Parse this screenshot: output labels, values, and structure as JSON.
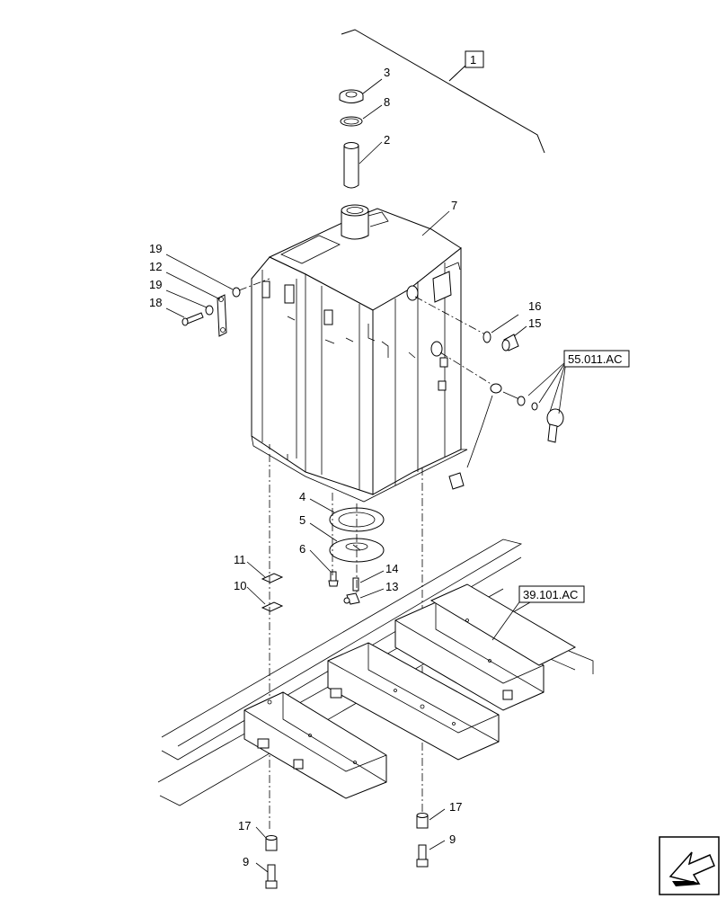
{
  "diagram": {
    "assembly_ref": "1",
    "refs": {
      "ref_55": "55.011.AC",
      "ref_39": "39.101.AC"
    },
    "callouts": {
      "c3": "3",
      "c8": "8",
      "c2": "2",
      "c7": "7",
      "c19a": "19",
      "c12": "12",
      "c19b": "19",
      "c18": "18",
      "c16": "16",
      "c15": "15",
      "c4": "4",
      "c5": "5",
      "c6": "6",
      "c14": "14",
      "c13": "13",
      "c11": "11",
      "c10": "10",
      "c17a": "17",
      "c9a": "9",
      "c17b": "17",
      "c9b": "9"
    },
    "nav_icon": "arrow-left-icon"
  }
}
